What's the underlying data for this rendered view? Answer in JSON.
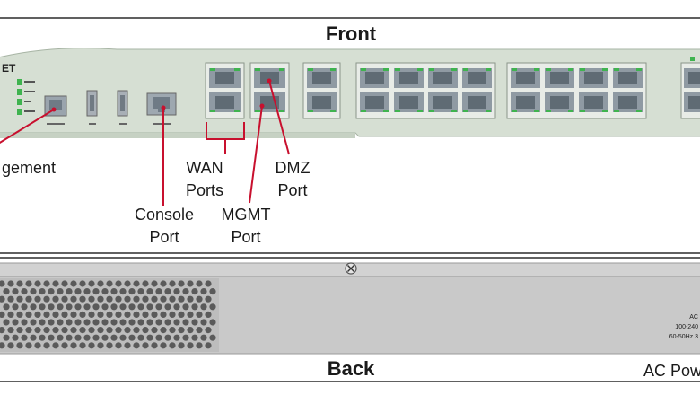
{
  "front_title": "Front",
  "back_title": "Back",
  "brand_text": "ET",
  "callouts": {
    "management": "gement",
    "wan_line1": "WAN",
    "wan_line2": "Ports",
    "dmz_line1": "DMZ",
    "dmz_line2": "Port",
    "console_line1": "Console",
    "console_line2": "Port",
    "mgmt_line1": "MGMT",
    "mgmt_line2": "Port"
  },
  "power_label": "AC Pow",
  "power_spec": [
    "AC",
    "100-240",
    "60-50Hz 3"
  ],
  "colors": {
    "panel_green": "#d6dfd3",
    "callout_red": "#c8102e",
    "led_green": "#3fb34f",
    "chassis_gray": "#c9c9c9"
  }
}
